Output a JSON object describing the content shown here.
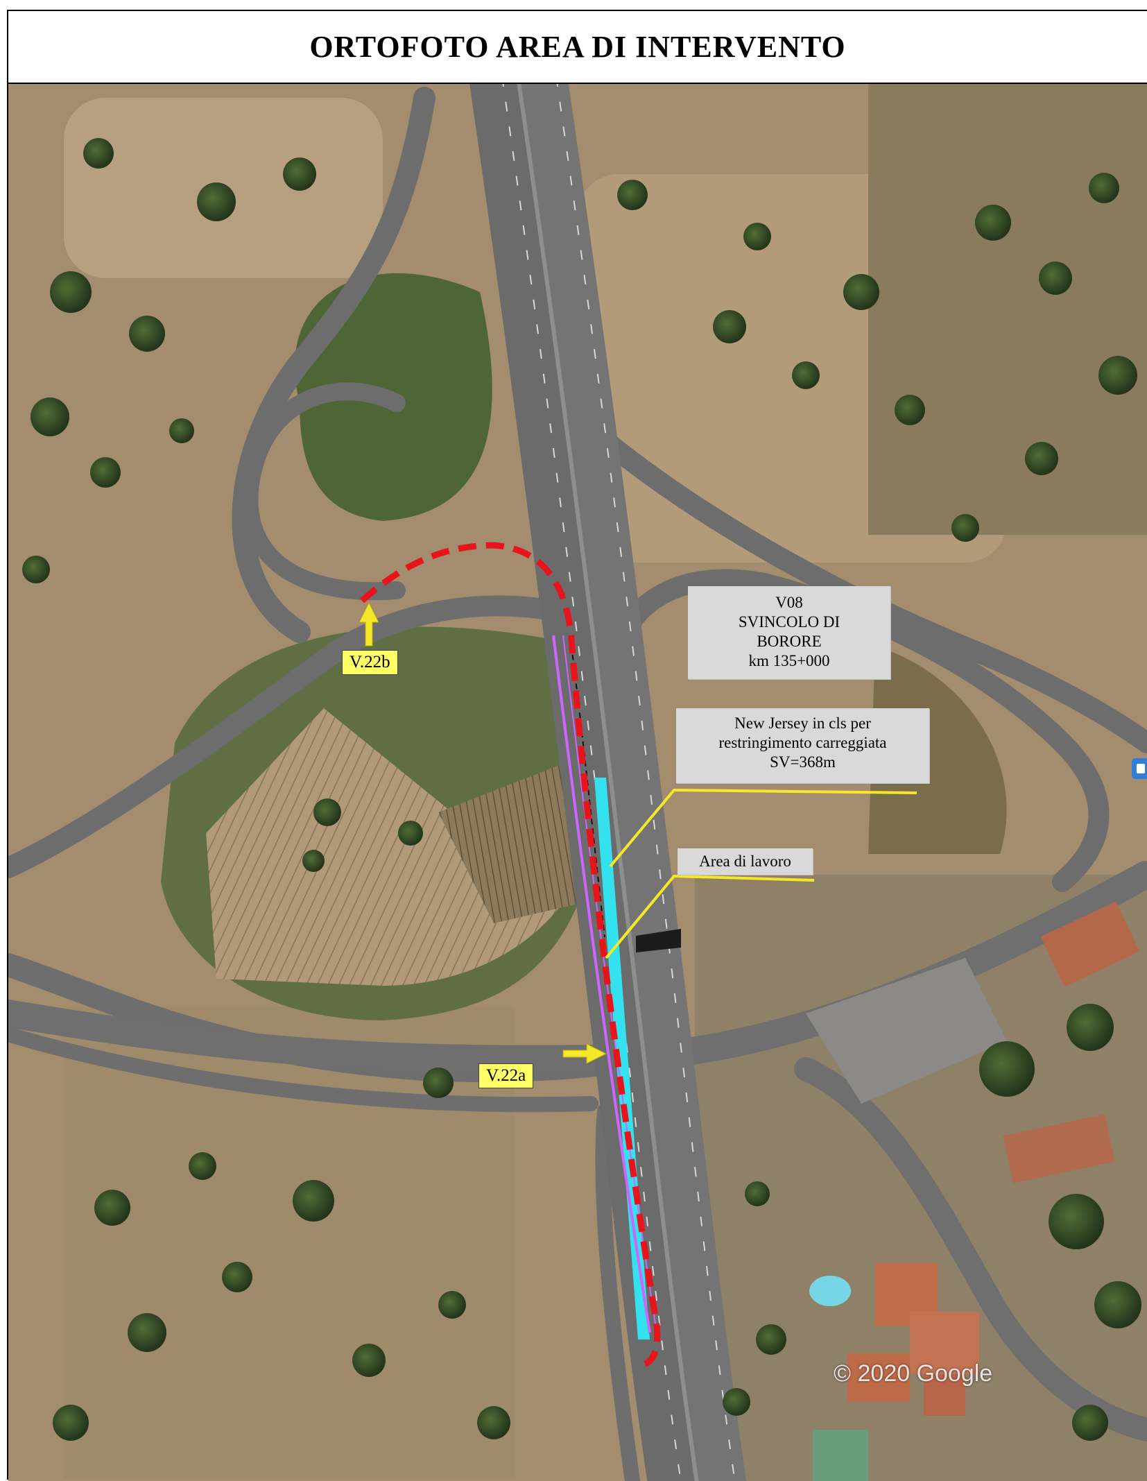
{
  "title": "ORTOFOTO AREA DI INTERVENTO",
  "callouts": {
    "interchange": {
      "line1": "V08",
      "line2": "SVINCOLO DI",
      "line3": "BORORE",
      "line4": "km 135+000"
    },
    "new_jersey": {
      "line1": "New Jersey in cls per",
      "line2": "restringimento carreggiata",
      "line3": "SV=368m"
    },
    "work_area": {
      "label": "Area di lavoro"
    }
  },
  "signs": {
    "v22a": "V.22a",
    "v22b": "V.22b"
  },
  "copyright": "© 2020 Google",
  "colors": {
    "closure_line": "#e8141c",
    "work_area_fill": "#33e1ef",
    "barrier_line": "#cc66ff",
    "leader_line": "#f5e829",
    "sign_fill": "#ffff66",
    "callout_fill": "#d9d9d9",
    "terrain": "#a48d6f",
    "vegetation": "#3c5a2b",
    "road": "#6f706f"
  }
}
